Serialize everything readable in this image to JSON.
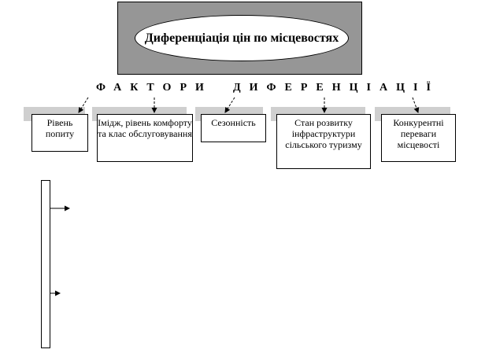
{
  "title": "Диференціація цін по місцевостях",
  "factors_heading": {
    "word1": "ФАКТОРИ",
    "word2": "ДИФЕРЕНЦІАЦІЇ"
  },
  "factors": [
    "Рівень попиту",
    "Імідж, рівень комфорту та клас обслуговування",
    "Сезонність",
    "Стан розвитку інфраструктури сільського туризму",
    "Конкурентні переваги місцевості"
  ],
  "colors": {
    "panel": "#969696",
    "shadow": "#cfcfcf",
    "line": "#000000"
  }
}
